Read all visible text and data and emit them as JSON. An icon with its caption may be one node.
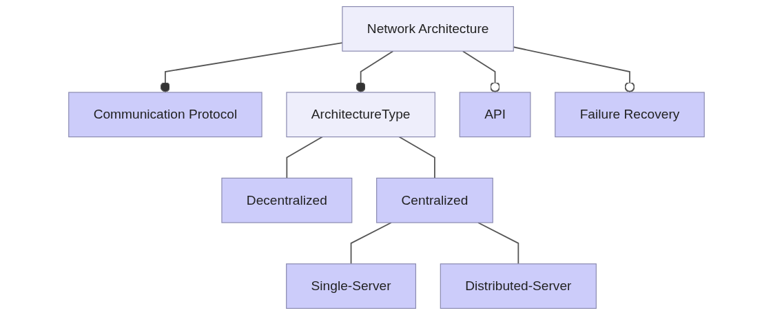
{
  "diagram": {
    "nodes": [
      {
        "text": [
          "Network Architecture"
        ]
      },
      {
        "text": [
          "Communication Protocol"
        ]
      },
      {
        "text": [
          "ArchitectureType"
        ]
      },
      {
        "text": [
          "API"
        ]
      },
      {
        "text": [
          "Failure Recovery"
        ]
      },
      {
        "text": [
          "Decentralized"
        ]
      },
      {
        "text": [
          "Centralized"
        ]
      },
      {
        "text": [
          "Single-Server"
        ]
      },
      {
        "text": [
          "Distributed-Server"
        ]
      }
    ],
    "edges": [
      {
        "from": 0,
        "to": 1,
        "arrow": "other"
      },
      {
        "from": 0,
        "to": 2,
        "arrow": "other"
      },
      {
        "from": 0,
        "to": 3,
        "arrow": "other"
      },
      {
        "from": 0,
        "to": 4,
        "arrow": "other"
      },
      {
        "from": 2,
        "to": 5,
        "arrow": "none"
      },
      {
        "from": 2,
        "to": 6,
        "arrow": "none"
      },
      {
        "from": 6,
        "to": 7,
        "arrow": "none"
      },
      {
        "from": 6,
        "to": 8,
        "arrow": "none"
      }
    ]
  }
}
